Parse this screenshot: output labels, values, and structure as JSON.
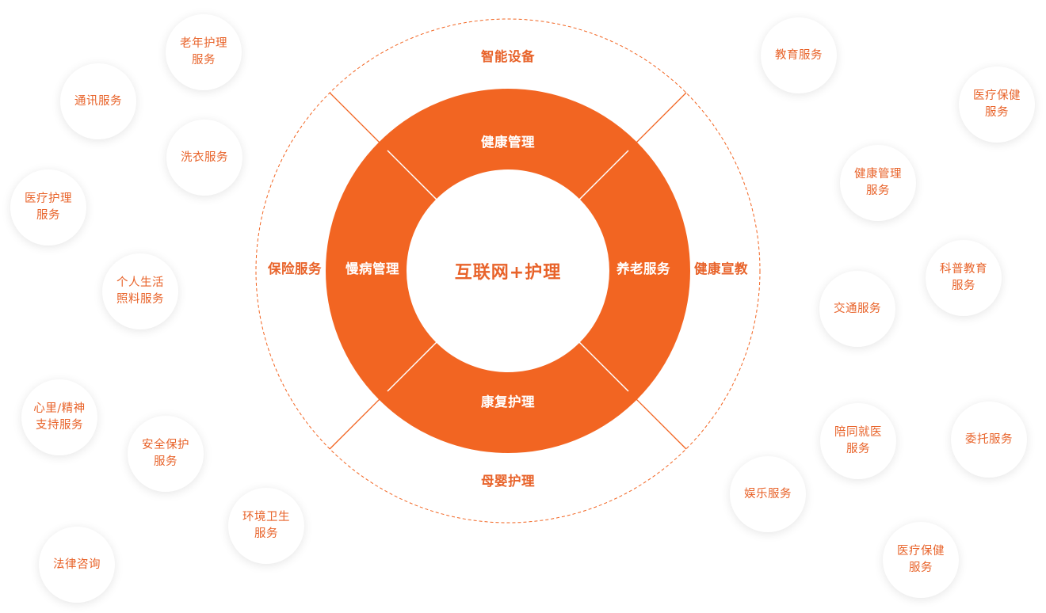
{
  "colors": {
    "accent": "#f26522",
    "text_accent": "#e8632a"
  },
  "center": {
    "label": "互联网+护理"
  },
  "inner_ring": {
    "top": "健康管理",
    "right": "养老服务",
    "bottom": "康复护理",
    "left": "慢病管理"
  },
  "outer_ring": {
    "top": "智能设备",
    "right": "健康宣教",
    "bottom": "母婴护理",
    "left": "保险服务"
  },
  "left_bubbles": [
    "老年护理\n服务",
    "通讯服务",
    "洗衣服务",
    "医疗护理\n服务",
    "个人生活\n照料服务",
    "心里/精神\n支持服务",
    "安全保护\n服务",
    "环境卫生\n服务",
    "法律咨询"
  ],
  "right_bubbles": [
    "教育服务",
    "医疗保健\n服务",
    "健康管理\n服务",
    "科普教育\n服务",
    "交通服务",
    "陪同就医\n服务",
    "委托服务",
    "娱乐服务",
    "医疗保健\n服务"
  ]
}
